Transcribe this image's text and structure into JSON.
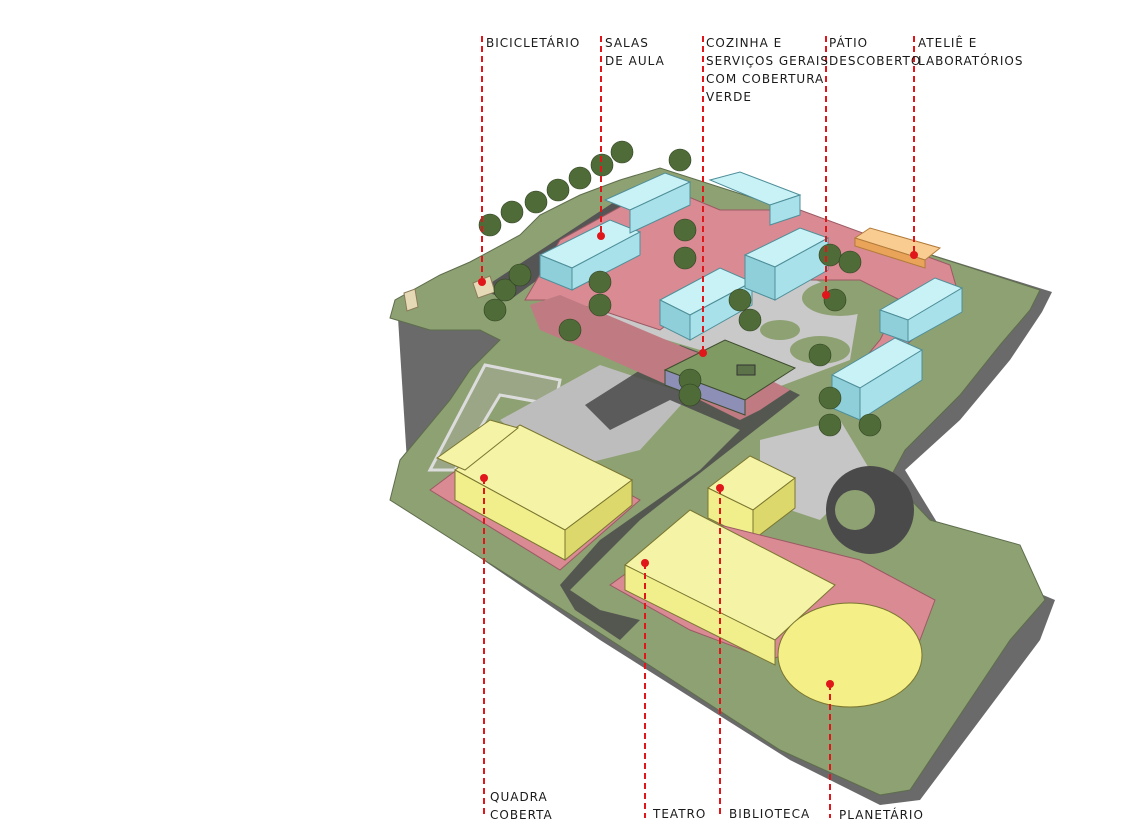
{
  "labels": {
    "bicicletario": [
      "BICICLETÁRIO"
    ],
    "salas_aula": [
      "SALAS",
      "DE AULA"
    ],
    "cozinha": [
      "COZINHA E",
      "SERVIÇOS GERAIS",
      "COM COBERTURA",
      "VERDE"
    ],
    "patio": [
      "PÁTIO",
      "DESCOBERTO"
    ],
    "atelie": [
      "ATELIÊ E",
      "LABORATÓRIOS"
    ],
    "quadra": [
      "QUADRA",
      "COBERTA"
    ],
    "teatro": [
      "TEATRO"
    ],
    "biblioteca": [
      "BIBLIOTECA"
    ],
    "planetario": [
      "PLANETÁRIO"
    ]
  },
  "colors": {
    "leader": "#e0161b",
    "ground": "#8ea173",
    "paving": "#c2c2c2",
    "plaza": "#d98a93",
    "classrooms": "#a8e1ea",
    "atelier": "#f6b46b",
    "culture": "#f1ee8c",
    "trees": "#4f6b38"
  }
}
